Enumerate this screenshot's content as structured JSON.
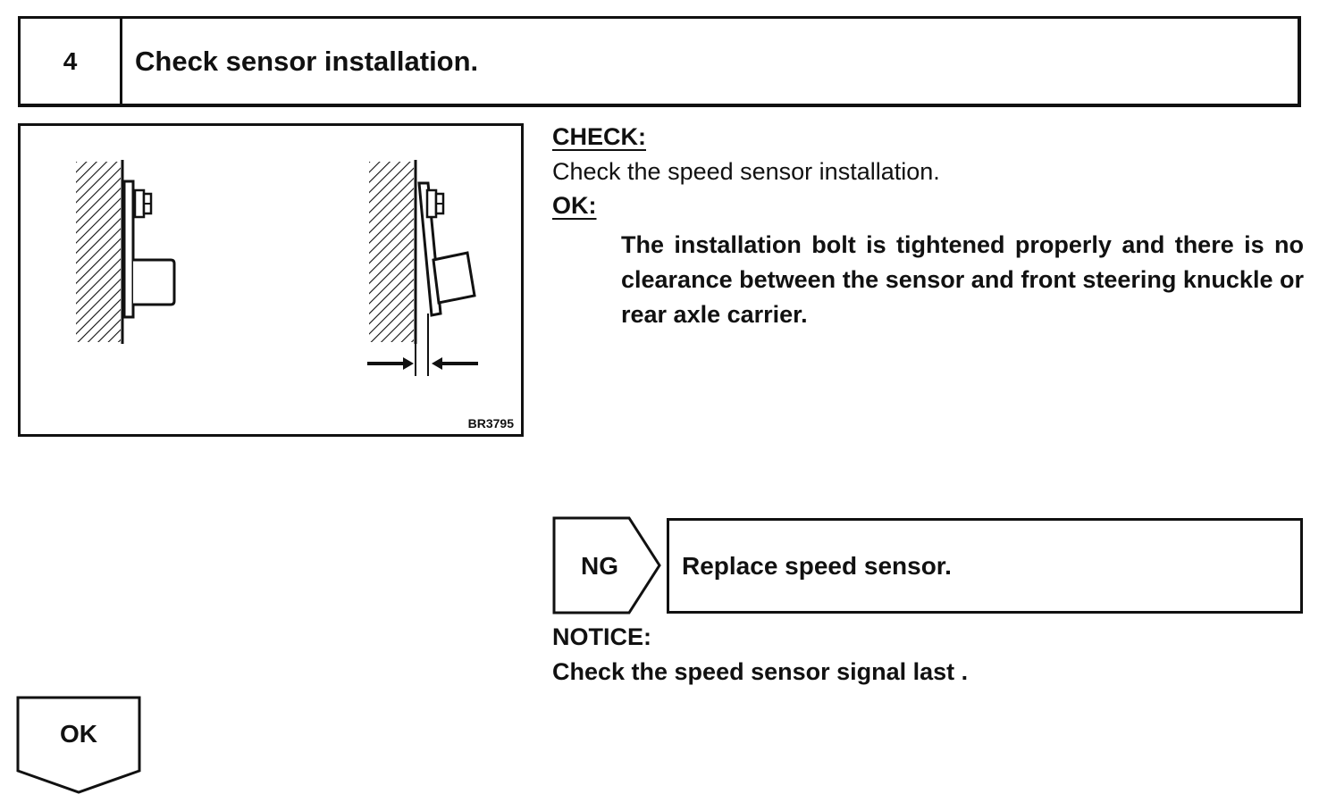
{
  "step": {
    "number": "4",
    "title": "Check sensor installation."
  },
  "figure": {
    "code": "BR3795"
  },
  "check": {
    "heading": "CHECK:",
    "text": "Check the speed sensor installation."
  },
  "ok_section": {
    "heading": "OK:",
    "text": "The installation bolt is tightened properly and there is no clearance between the sensor and front steering knuckle or rear axle carrier."
  },
  "ng_branch": {
    "label": "NG",
    "action": "Replace speed sensor."
  },
  "notice": {
    "heading": "NOTICE:",
    "text": "Check the speed sensor signal last ."
  },
  "ok_branch": {
    "label": "OK"
  }
}
